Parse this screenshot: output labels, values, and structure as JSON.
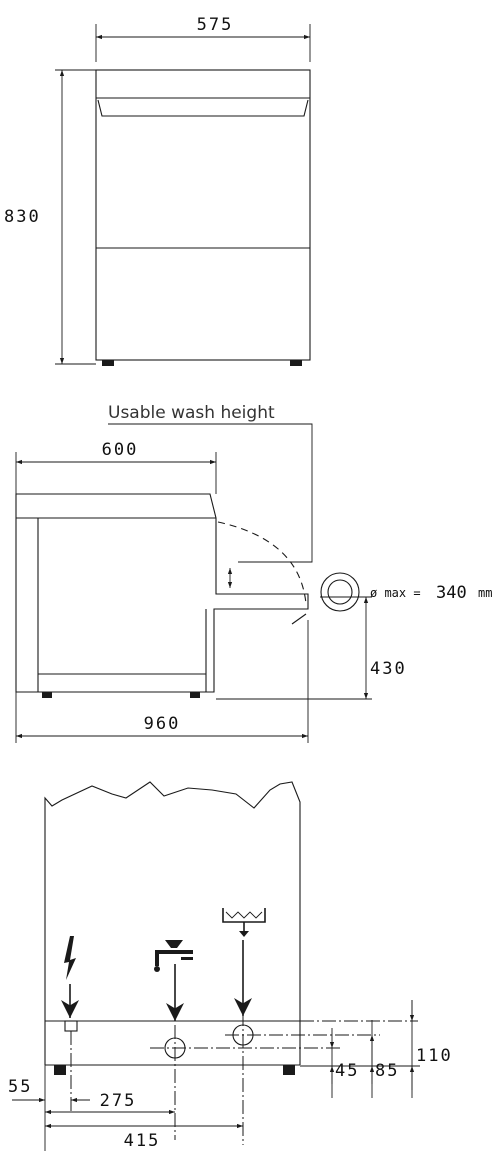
{
  "front_view": {
    "width_label": "575",
    "height_label": "830"
  },
  "side_view": {
    "depth_label": "600",
    "open_depth_label": "960",
    "rack_height_label": "430",
    "callout_label": "Usable wash height",
    "diameter_prefix": "ø max =",
    "diameter_value": "340",
    "diameter_unit": "mm"
  },
  "rear_view": {
    "dim_55": "55",
    "dim_275": "275",
    "dim_415": "415",
    "dim_45": "45",
    "dim_85": "85",
    "dim_110": "110"
  },
  "icons": [
    "electrical-supply-icon",
    "water-inlet-tap-icon",
    "drain-outlet-icon"
  ]
}
